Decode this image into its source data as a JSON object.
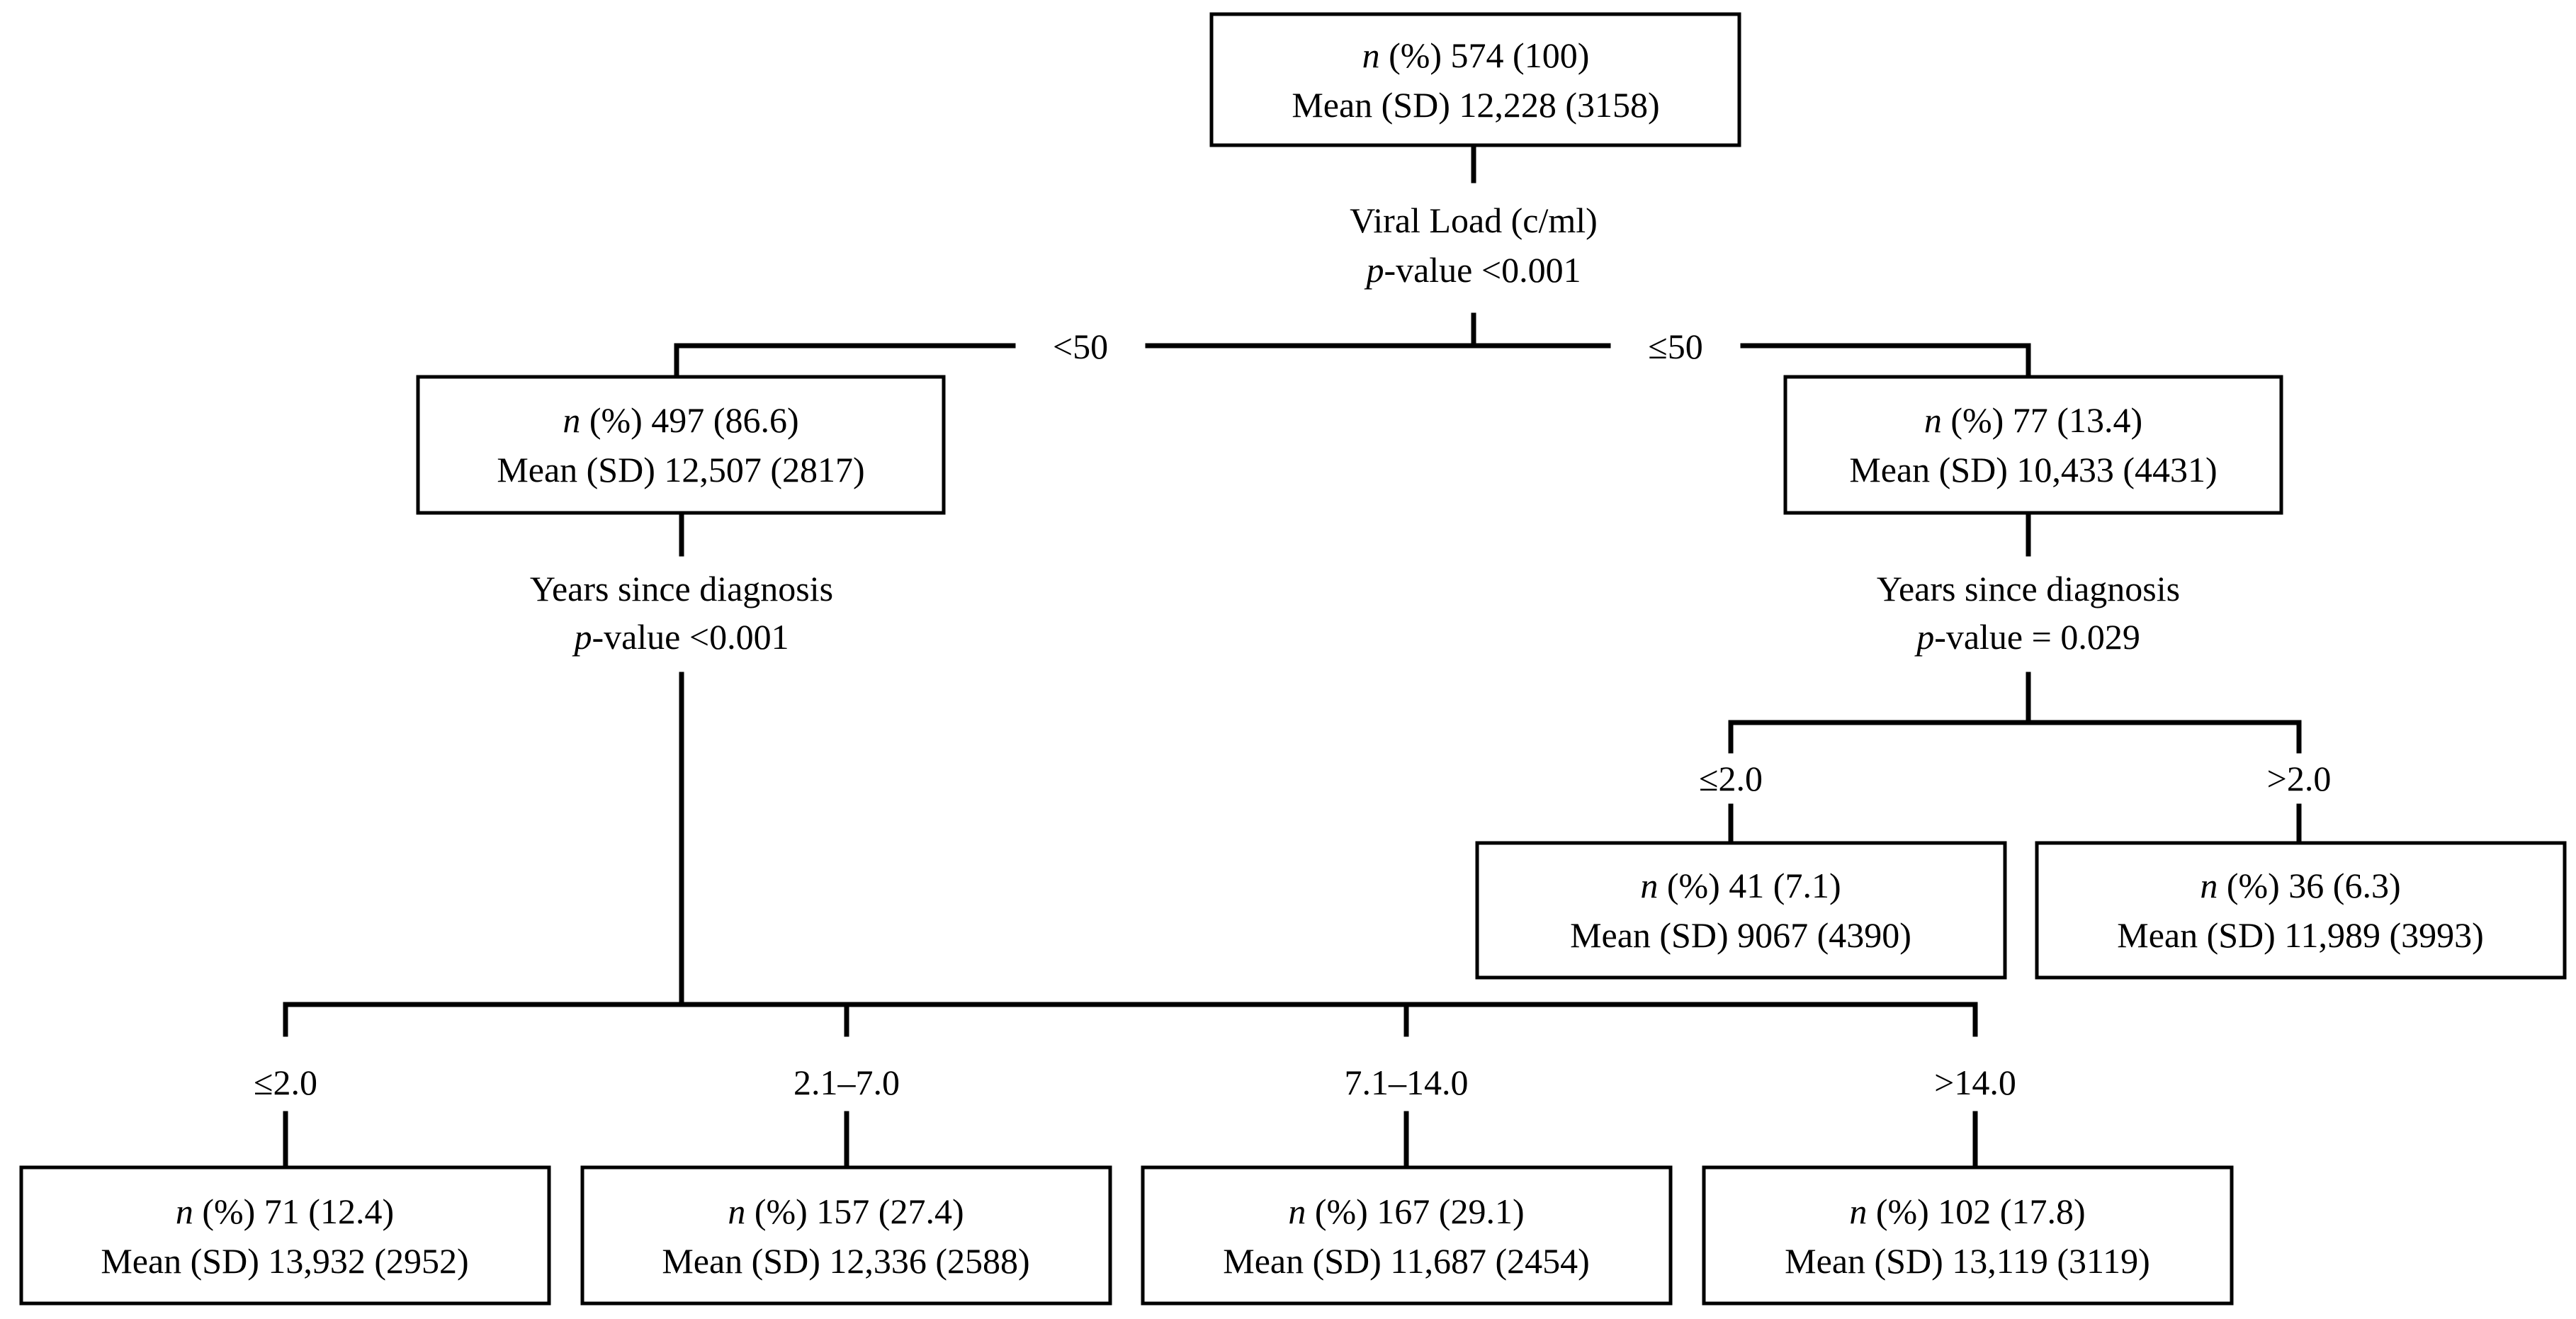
{
  "root": {
    "n_label": "n",
    "n_rest": " (%) 574 (100)",
    "mean": "Mean (SD) 12,228 (3158)"
  },
  "split_root": {
    "variable": "Viral Load (c/ml)",
    "p_label": "p",
    "p_rest": "-value <0.001",
    "branch_left": "<50",
    "branch_right": "≤50"
  },
  "node_left": {
    "n_label": "n",
    "n_rest": " (%) 497 (86.6)",
    "mean": "Mean (SD) 12,507 (2817)"
  },
  "node_right": {
    "n_label": "n",
    "n_rest": " (%) 77 (13.4)",
    "mean": "Mean (SD) 10,433 (4431)"
  },
  "split_left": {
    "variable": "Years since diagnosis",
    "p_label": "p",
    "p_rest": "-value <0.001"
  },
  "split_right": {
    "variable": "Years since diagnosis",
    "p_label": "p",
    "p_rest": "-value = 0.029",
    "branch_left": "≤2.0",
    "branch_right": ">2.0"
  },
  "leaf_r1": {
    "n_label": "n",
    "n_rest": " (%) 41 (7.1)",
    "mean": "Mean (SD) 9067 (4390)"
  },
  "leaf_r2": {
    "n_label": "n",
    "n_rest": " (%) 36 (6.3)",
    "mean": "Mean (SD) 11,989 (3993)"
  },
  "leaves_bottom": [
    {
      "branch": "≤2.0",
      "n_label": "n",
      "n_rest": " (%) 71 (12.4)",
      "mean": "Mean (SD) 13,932 (2952)"
    },
    {
      "branch": "2.1–7.0",
      "n_label": "n",
      "n_rest": " (%) 157 (27.4)",
      "mean": "Mean (SD) 12,336 (2588)"
    },
    {
      "branch": "7.1–14.0",
      "n_label": "n",
      "n_rest": " (%) 167 (29.1)",
      "mean": "Mean (SD) 11,687 (2454)"
    },
    {
      "branch": ">14.0",
      "n_label": "n",
      "n_rest": " (%) 102 (17.8)",
      "mean": "Mean (SD) 13,119 (3119)"
    }
  ]
}
